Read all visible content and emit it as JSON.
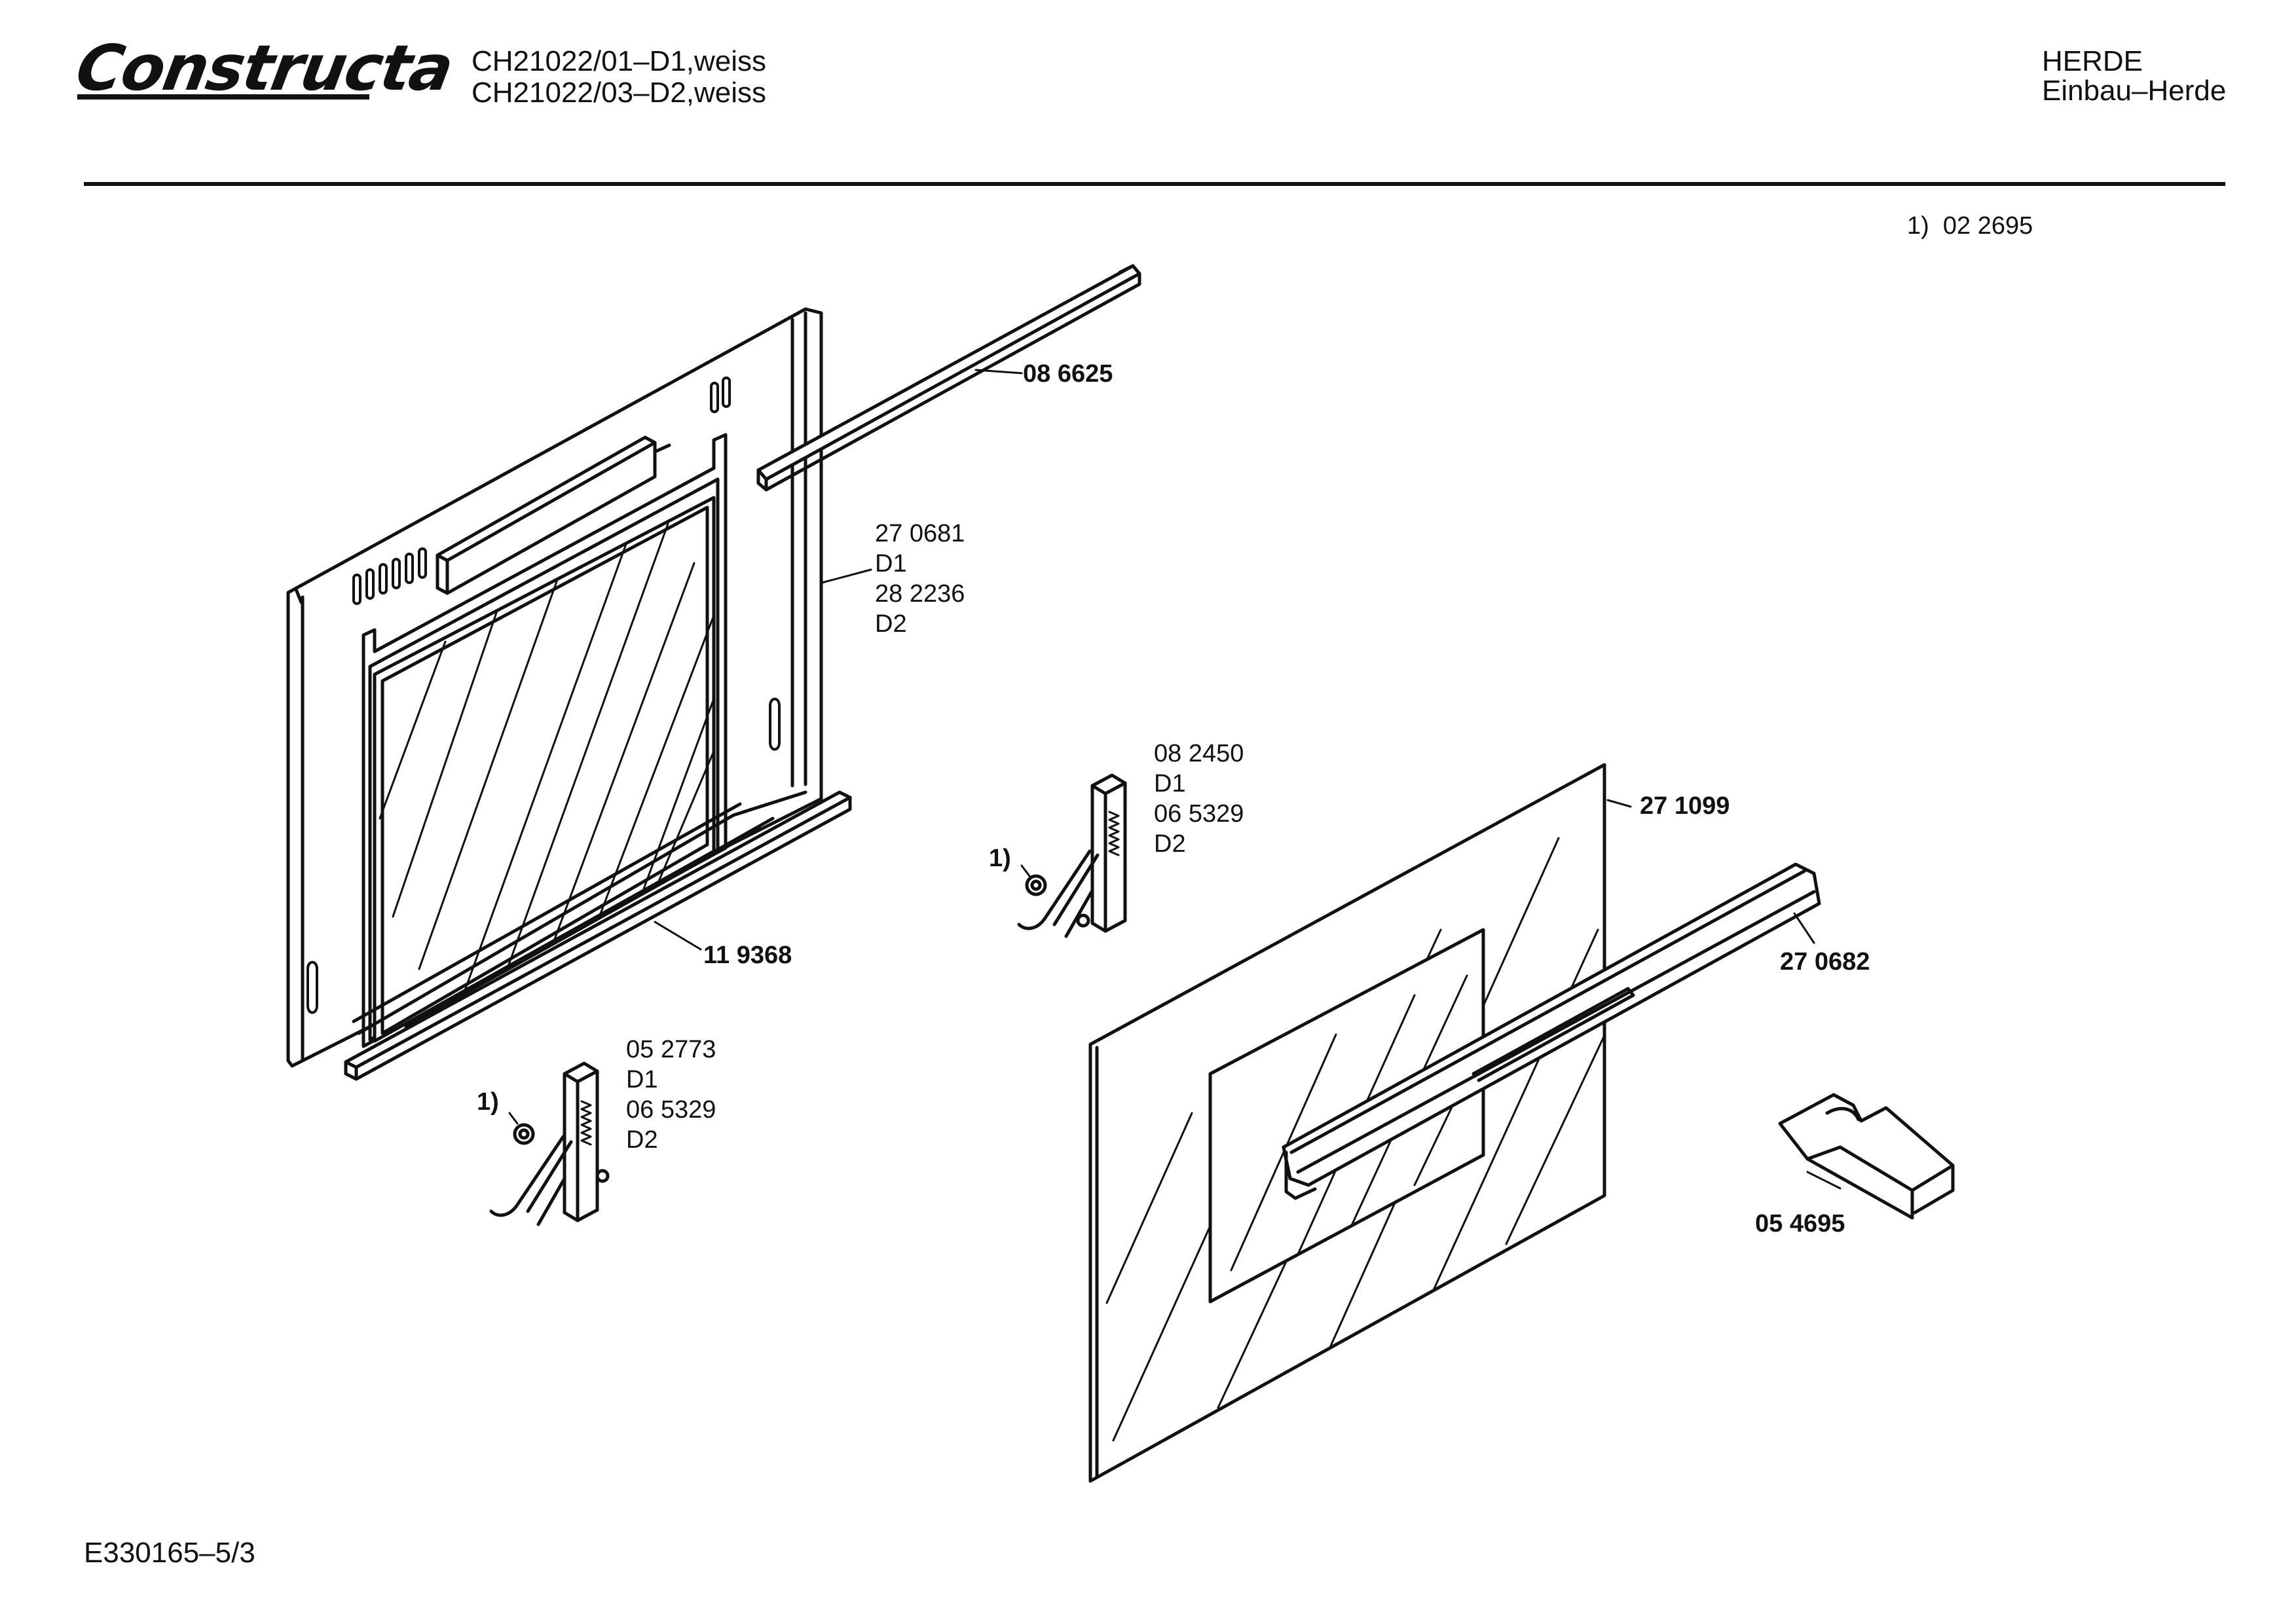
{
  "header": {
    "brand": "Constructa",
    "model_1": "CH21022/01–D1,weiss",
    "model_2": "CH21022/03–D2,weiss",
    "category": "HERDE",
    "subcategory": "Einbau–Herde"
  },
  "footnote": {
    "marker": "1)",
    "part": "02 2695"
  },
  "parts": {
    "seal_top": "08 6625",
    "inner_door": [
      "27 0681",
      "D1",
      "28 2236",
      "D2"
    ],
    "seal_bottom": "11 9368",
    "hinge_right": [
      "08 2450",
      "D1",
      "06 5329",
      "D2"
    ],
    "hinge_right_ref": "1)",
    "hinge_left": [
      "05 2773",
      "D1",
      "06 5329",
      "D2"
    ],
    "hinge_left_ref": "1)",
    "outer_glass": "27 1099",
    "handle": "27 0682",
    "clip": "05 4695"
  },
  "footer": {
    "doc_id": "E330165–5/3"
  }
}
